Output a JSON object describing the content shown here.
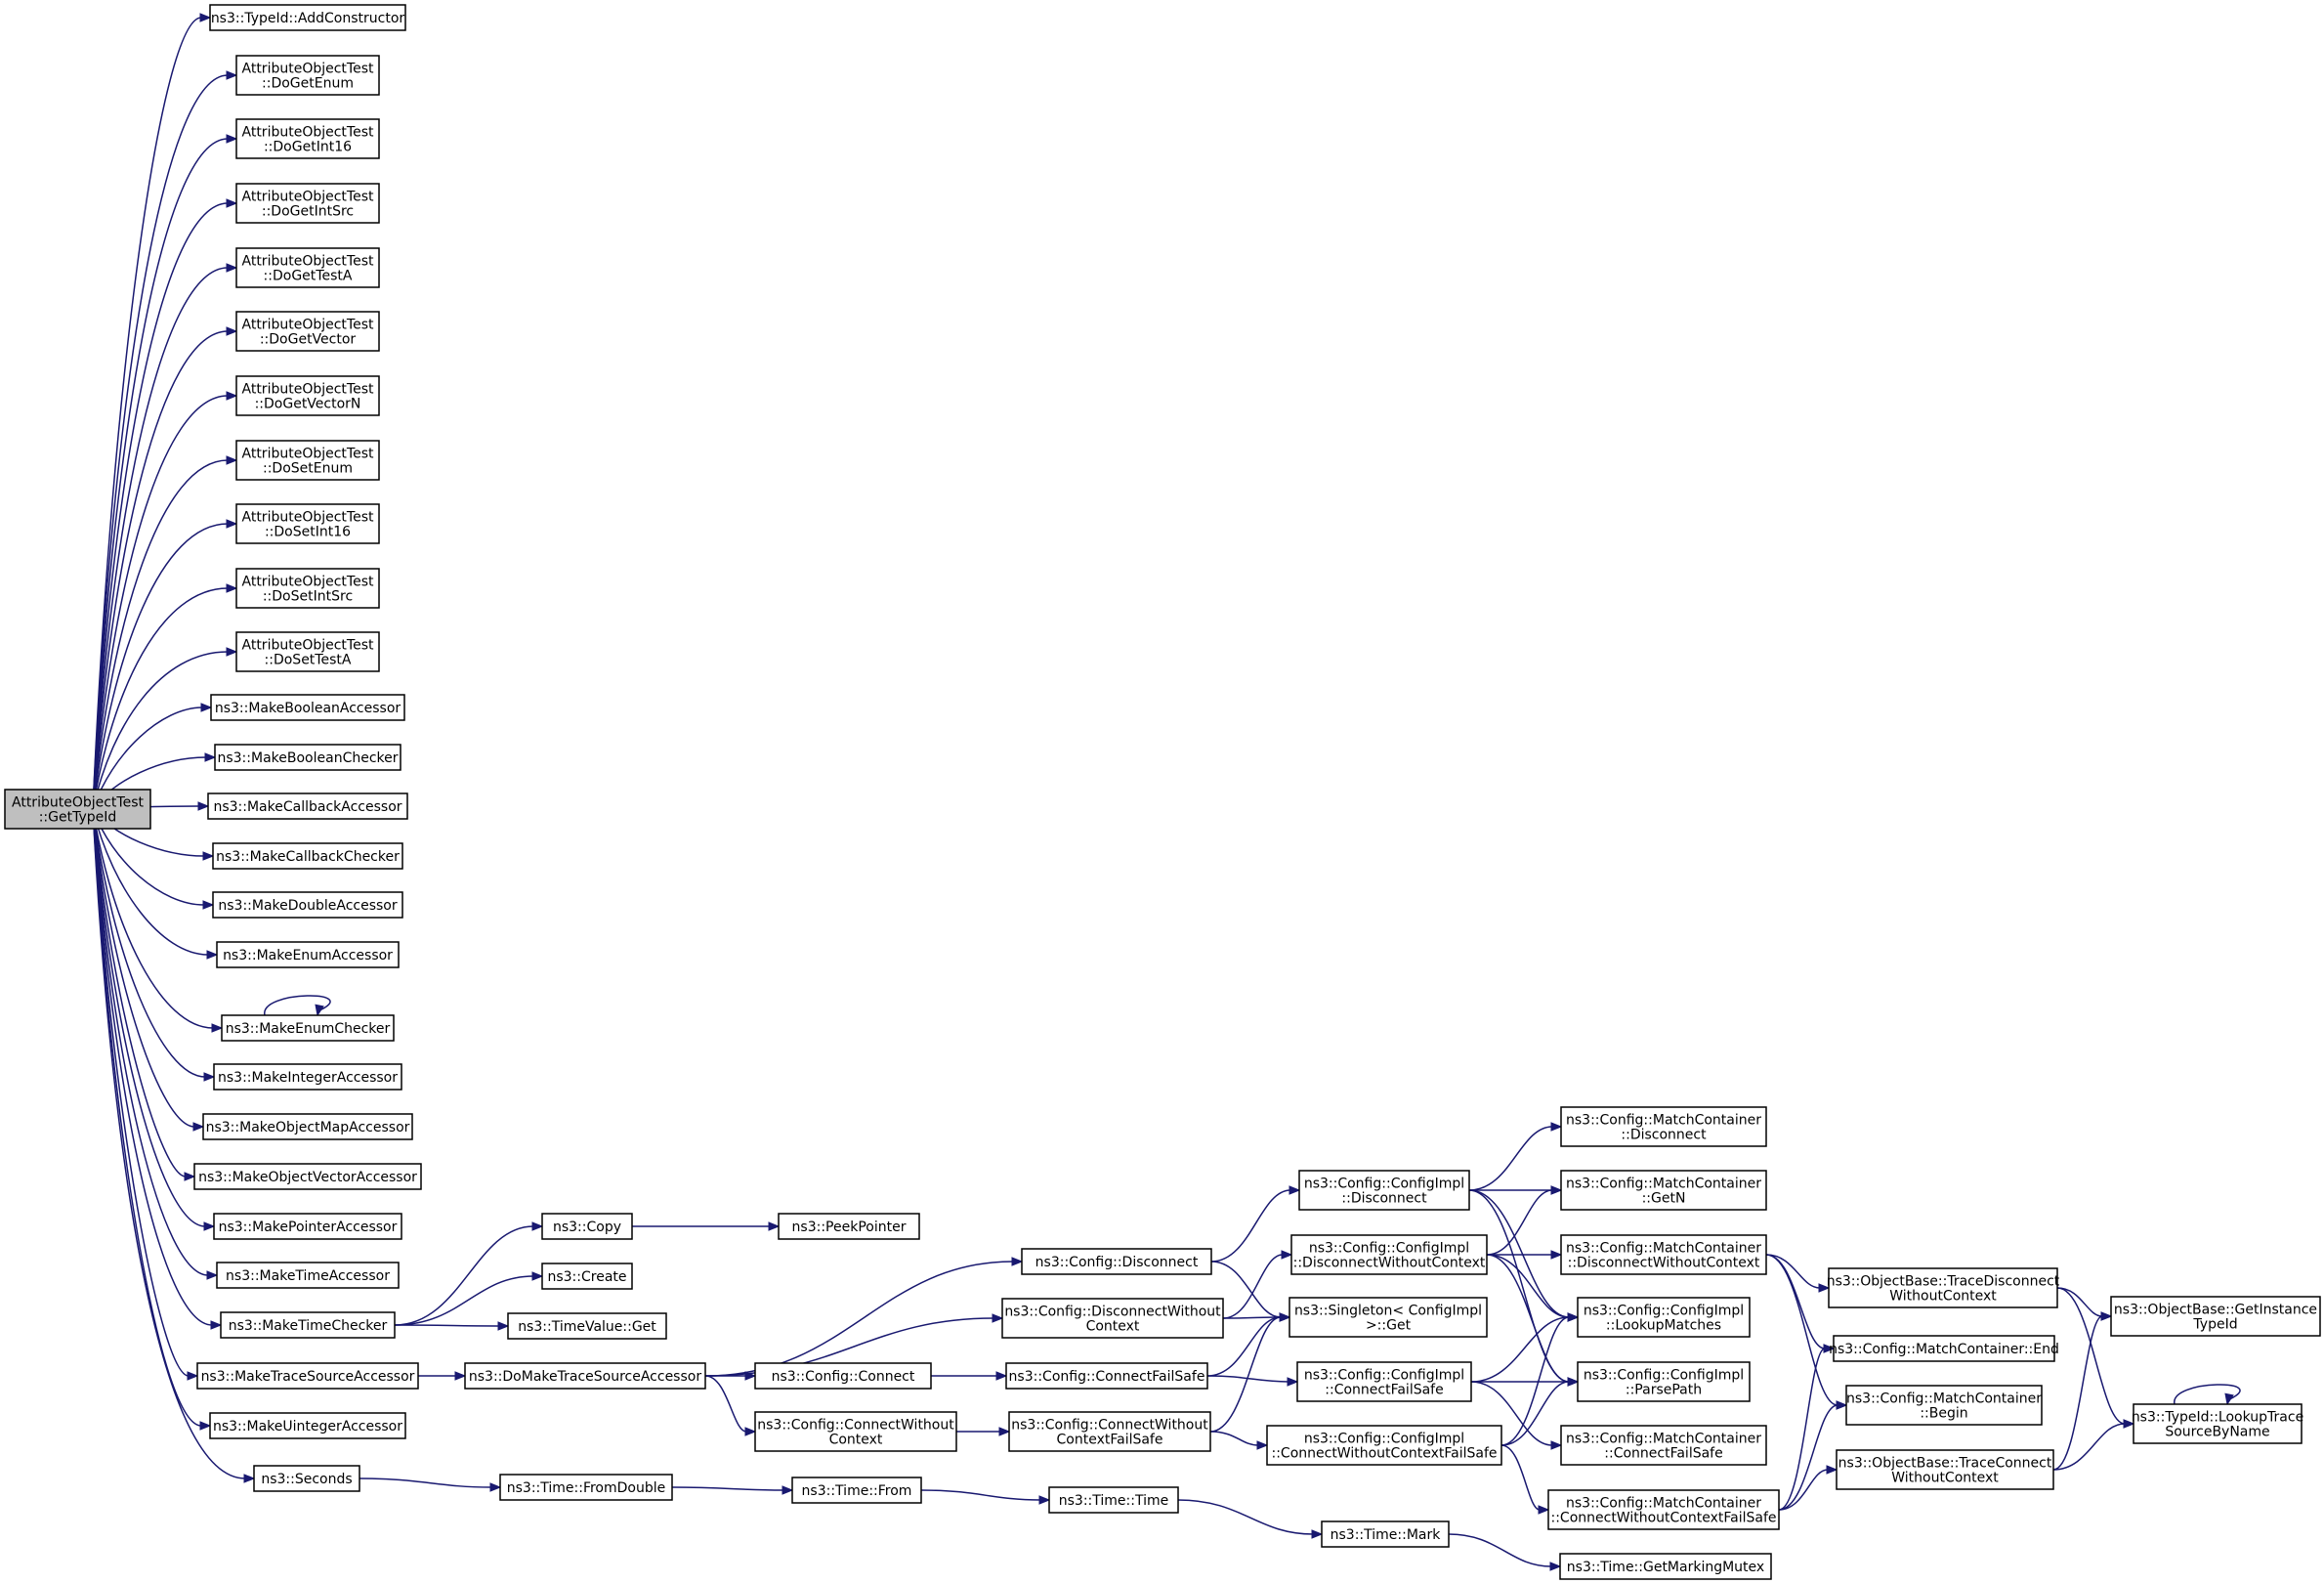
{
  "nodes": {
    "root": [
      "AttributeObjectTest",
      "::GetTypeId"
    ],
    "addConstructor": [
      "ns3::TypeId::AddConstructor"
    ],
    "doGetEnum": [
      "AttributeObjectTest",
      "::DoGetEnum"
    ],
    "doGetInt16": [
      "AttributeObjectTest",
      "::DoGetInt16"
    ],
    "doGetIntSrc": [
      "AttributeObjectTest",
      "::DoGetIntSrc"
    ],
    "doGetTestA": [
      "AttributeObjectTest",
      "::DoGetTestA"
    ],
    "doGetVector": [
      "AttributeObjectTest",
      "::DoGetVector"
    ],
    "doGetVectorN": [
      "AttributeObjectTest",
      "::DoGetVectorN"
    ],
    "doSetEnum": [
      "AttributeObjectTest",
      "::DoSetEnum"
    ],
    "doSetInt16": [
      "AttributeObjectTest",
      "::DoSetInt16"
    ],
    "doSetIntSrc": [
      "AttributeObjectTest",
      "::DoSetIntSrc"
    ],
    "doSetTestA": [
      "AttributeObjectTest",
      "::DoSetTestA"
    ],
    "makeBooleanAccessor": [
      "ns3::MakeBooleanAccessor"
    ],
    "makeBooleanChecker": [
      "ns3::MakeBooleanChecker"
    ],
    "makeCallbackAccessor": [
      "ns3::MakeCallbackAccessor"
    ],
    "makeCallbackChecker": [
      "ns3::MakeCallbackChecker"
    ],
    "makeDoubleAccessor": [
      "ns3::MakeDoubleAccessor"
    ],
    "makeEnumAccessor": [
      "ns3::MakeEnumAccessor"
    ],
    "makeEnumChecker": [
      "ns3::MakeEnumChecker"
    ],
    "makeIntegerAccessor": [
      "ns3::MakeIntegerAccessor"
    ],
    "makeObjectMapAccessor": [
      "ns3::MakeObjectMapAccessor"
    ],
    "makeObjectVectorAccessor": [
      "ns3::MakeObjectVectorAccessor"
    ],
    "makePointerAccessor": [
      "ns3::MakePointerAccessor"
    ],
    "makeTimeAccessor": [
      "ns3::MakeTimeAccessor"
    ],
    "makeTimeChecker": [
      "ns3::MakeTimeChecker"
    ],
    "makeTraceSourceAccessor": [
      "ns3::MakeTraceSourceAccessor"
    ],
    "makeUintegerAccessor": [
      "ns3::MakeUintegerAccessor"
    ],
    "seconds": [
      "ns3::Seconds"
    ],
    "copy": [
      "ns3::Copy"
    ],
    "create": [
      "ns3::Create"
    ],
    "timeValueGet": [
      "ns3::TimeValue::Get"
    ],
    "peekPointer": [
      "ns3::PeekPointer"
    ],
    "doMakeTraceSourceAccessor": [
      "ns3::DoMakeTraceSourceAccessor"
    ],
    "timeFromDouble": [
      "ns3::Time::FromDouble"
    ],
    "timeFrom": [
      "ns3::Time::From"
    ],
    "timeTime": [
      "ns3::Time::Time"
    ],
    "timeMark": [
      "ns3::Time::Mark"
    ],
    "getMarkingMutex": [
      "ns3::Time::GetMarkingMutex"
    ],
    "configDisconnect": [
      "ns3::Config::Disconnect"
    ],
    "configDisconnectWithoutContext": [
      "ns3::Config::DisconnectWithout",
      "Context"
    ],
    "configConnect": [
      "ns3::Config::Connect"
    ],
    "configConnectWithoutContext": [
      "ns3::Config::ConnectWithout",
      "Context"
    ],
    "configConnectFailSafe": [
      "ns3::Config::ConnectFailSafe"
    ],
    "configConnectWithoutContextFailSafe": [
      "ns3::Config::ConnectWithout",
      "ContextFailSafe"
    ],
    "implDisconnect": [
      "ns3::Config::ConfigImpl",
      "::Disconnect"
    ],
    "implDisconnectWithoutContext": [
      "ns3::Config::ConfigImpl",
      "::DisconnectWithoutContext"
    ],
    "singletonGet": [
      "ns3::Singleton< ConfigImpl",
      " >::Get"
    ],
    "implConnectFailSafe": [
      "ns3::Config::ConfigImpl",
      "::ConnectFailSafe"
    ],
    "implConnectWithoutContextFailSafe": [
      "ns3::Config::ConfigImpl",
      "::ConnectWithoutContextFailSafe"
    ],
    "mcDisconnect": [
      "ns3::Config::MatchContainer",
      "::Disconnect"
    ],
    "mcGetN": [
      "ns3::Config::MatchContainer",
      "::GetN"
    ],
    "mcDisconnectWithoutContext": [
      "ns3::Config::MatchContainer",
      "::DisconnectWithoutContext"
    ],
    "implLookupMatches": [
      "ns3::Config::ConfigImpl",
      "::LookupMatches"
    ],
    "implParsePath": [
      "ns3::Config::ConfigImpl",
      "::ParsePath"
    ],
    "mcConnectFailSafe": [
      "ns3::Config::MatchContainer",
      "::ConnectFailSafe"
    ],
    "mcConnectWithoutContextFailSafe": [
      "ns3::Config::MatchContainer",
      "::ConnectWithoutContextFailSafe"
    ],
    "traceDisconnectWithoutContext": [
      "ns3::ObjectBase::TraceDisconnect",
      "WithoutContext"
    ],
    "mcEnd": [
      "ns3::Config::MatchContainer::End"
    ],
    "mcBegin": [
      "ns3::Config::MatchContainer",
      "::Begin"
    ],
    "traceConnectWithoutContext": [
      "ns3::ObjectBase::TraceConnect",
      "WithoutContext"
    ],
    "getInstanceTypeId": [
      "ns3::ObjectBase::GetInstance",
      "TypeId"
    ],
    "lookupTraceSourceByName": [
      "ns3::TypeId::LookupTrace",
      "SourceByName"
    ]
  },
  "colors": {
    "edge": "#191970",
    "root_fill": "#bfbfbf",
    "node_fill": "#ffffff",
    "node_border": "#000000"
  }
}
